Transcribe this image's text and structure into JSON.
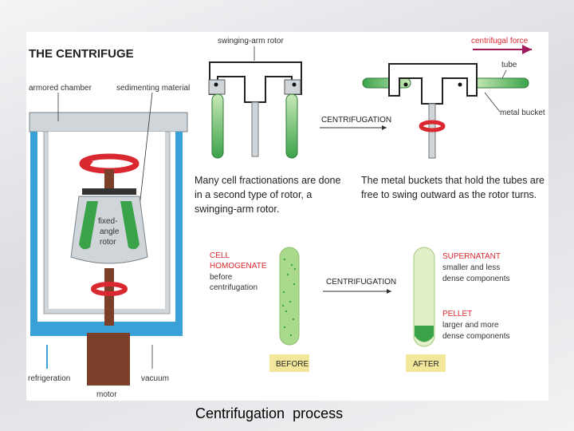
{
  "diagram": {
    "title": "THE CENTRIFUGE",
    "labels": {
      "armored_chamber": "armored chamber",
      "sedimenting_material": "sedimenting material",
      "fixed_angle_rotor": [
        "fixed-",
        "angle",
        "rotor"
      ],
      "refrigeration": "refrigeration",
      "vacuum": "vacuum",
      "motor": "motor",
      "swinging_arm_rotor": "swinging-arm rotor",
      "centrifugal_force": "centrifugal force",
      "tube": "tube",
      "metal_bucket": "metal bucket",
      "centrifugation_top": "CENTRIFUGATION",
      "centrifugation_bottom": "CENTRIFUGATION",
      "cell_homogenate": [
        "CELL",
        "HOMOGENATE"
      ],
      "before_centrifugation": [
        "before",
        "centrifugation"
      ],
      "supernatant": "SUPERNATANT",
      "supernatant_desc": [
        "smaller and less",
        "dense components"
      ],
      "pellet": "PELLET",
      "pellet_desc": [
        "larger and more",
        "dense components"
      ],
      "before_tag": "BEFORE",
      "after_tag": "AFTER"
    },
    "text_left": [
      "Many cell fractionations are done",
      "in a second type of rotor, a",
      "swinging-arm rotor."
    ],
    "text_right": [
      "The metal buckets that hold the tubes are",
      "free to swing outward as the rotor turns."
    ]
  },
  "caption": "Centrifugation  process",
  "colors": {
    "green": "#3aa34a",
    "light_green": "#a9d98a",
    "red": "#d9282f",
    "brown": "#7b3f2a",
    "chamber": "#cfd5d9",
    "blue": "#3aa0d8",
    "tag": "#f3e79b"
  }
}
